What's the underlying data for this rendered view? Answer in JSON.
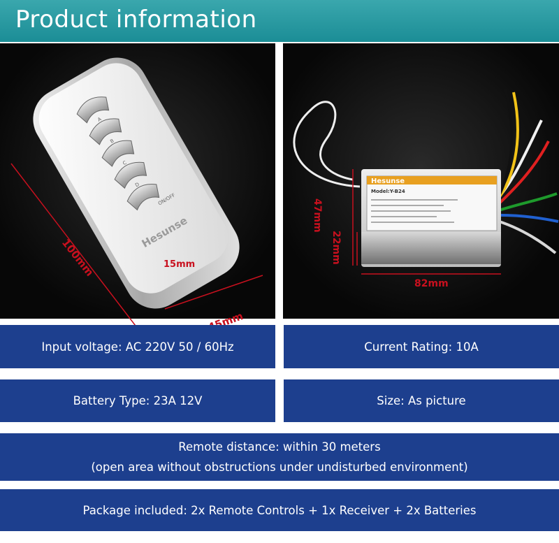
{
  "header": {
    "title": "Product information"
  },
  "remote": {
    "brand": "Hesunse",
    "buttons": [
      "A",
      "B",
      "C",
      "D",
      "ON/OFF"
    ],
    "dims": {
      "length": "100mm",
      "width": "45mm",
      "thickness": "15mm"
    }
  },
  "receiver": {
    "brand": "Hesunse",
    "model": "Model:Y-B24",
    "dims": {
      "width": "82mm",
      "height": "47mm",
      "depth": "22mm"
    }
  },
  "specs": {
    "input_voltage": "Input voltage: AC 220V 50 / 60Hz",
    "current_rating": "Current Rating: 10A",
    "battery_type": "Battery Type: 23A 12V",
    "size": "Size: As picture",
    "remote_distance": "Remote distance: within 30 meters",
    "remote_note": "(open area without obstructions under undisturbed environment)",
    "package": "Package included: 2x Remote Controls + 1x Receiver + 2x Batteries"
  },
  "colors": {
    "header": "#1b8d96",
    "band": "#1d3f8e",
    "dimension": "#c8101e"
  }
}
